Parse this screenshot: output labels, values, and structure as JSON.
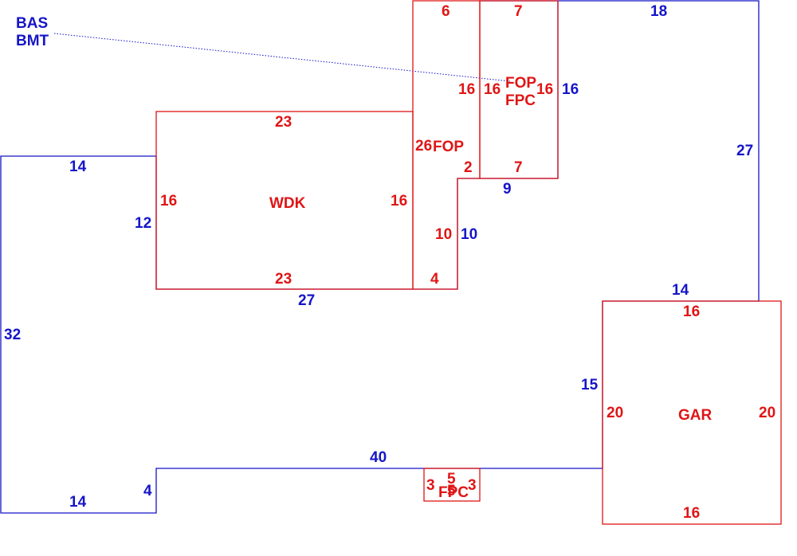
{
  "colors": {
    "bas_outline": "#1515c8",
    "area_outline": "#e01515",
    "background": "#ffffff"
  },
  "labels": {
    "bas": "BAS",
    "bmt": "BMT",
    "wdk": "WDK",
    "fop_small": "FOP",
    "fop_tall": "FOP",
    "fpc_tall": "FPC",
    "gar": "GAR",
    "fpc_small": "FPC"
  },
  "bas_dimensions": {
    "top_18": "18",
    "right_27": "27",
    "right_16": "16",
    "step_9": "9",
    "step_10": "10",
    "bottom_27": "27",
    "step_14": "14",
    "left_12": "12",
    "top_left_14": "14",
    "left_32": "32",
    "bottom_left_14": "14",
    "small_4": "4",
    "bottom_40": "40",
    "gar_side_15": "15"
  },
  "wdk_dimensions": {
    "top": "23",
    "bottom": "23",
    "left": "16",
    "right": "16"
  },
  "fop_small_dimensions": {
    "top": "6",
    "left": "26",
    "right": "16",
    "step": "2",
    "inner": "10",
    "bottom": "4"
  },
  "fop_tall_dimensions": {
    "top": "7",
    "left": "16",
    "right": "16",
    "bottom": "7"
  },
  "gar_dimensions": {
    "top": "16",
    "left": "20",
    "right": "20",
    "bottom": "16"
  },
  "fpc_small_dimensions": {
    "left": "3",
    "top": "5",
    "right": "3",
    "center": "5"
  }
}
